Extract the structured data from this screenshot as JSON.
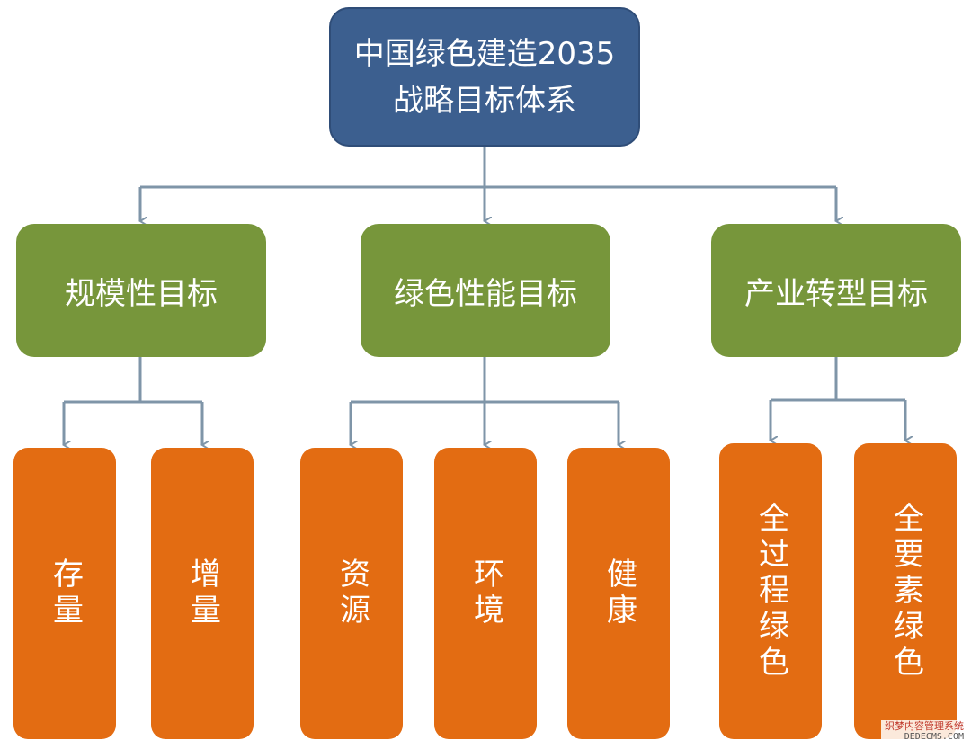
{
  "diagram": {
    "root": {
      "label": "中国绿色建造2035战略目标体系"
    },
    "categories": [
      {
        "label": "规模性目标",
        "children": [
          "存量",
          "增量"
        ]
      },
      {
        "label": "绿色性能目标",
        "children": [
          "资源",
          "环境",
          "健康"
        ]
      },
      {
        "label": "产业转型目标",
        "children": [
          "全过程绿色",
          "全要素绿色"
        ]
      }
    ]
  },
  "colors": {
    "root_fill": "#3c5f8f",
    "category_fill": "#77963b",
    "leaf_fill": "#e36c12",
    "connector": "#7f95a8"
  },
  "watermark": {
    "line1": "织梦内容管理系统",
    "line2": "DEDECMS.COM"
  }
}
